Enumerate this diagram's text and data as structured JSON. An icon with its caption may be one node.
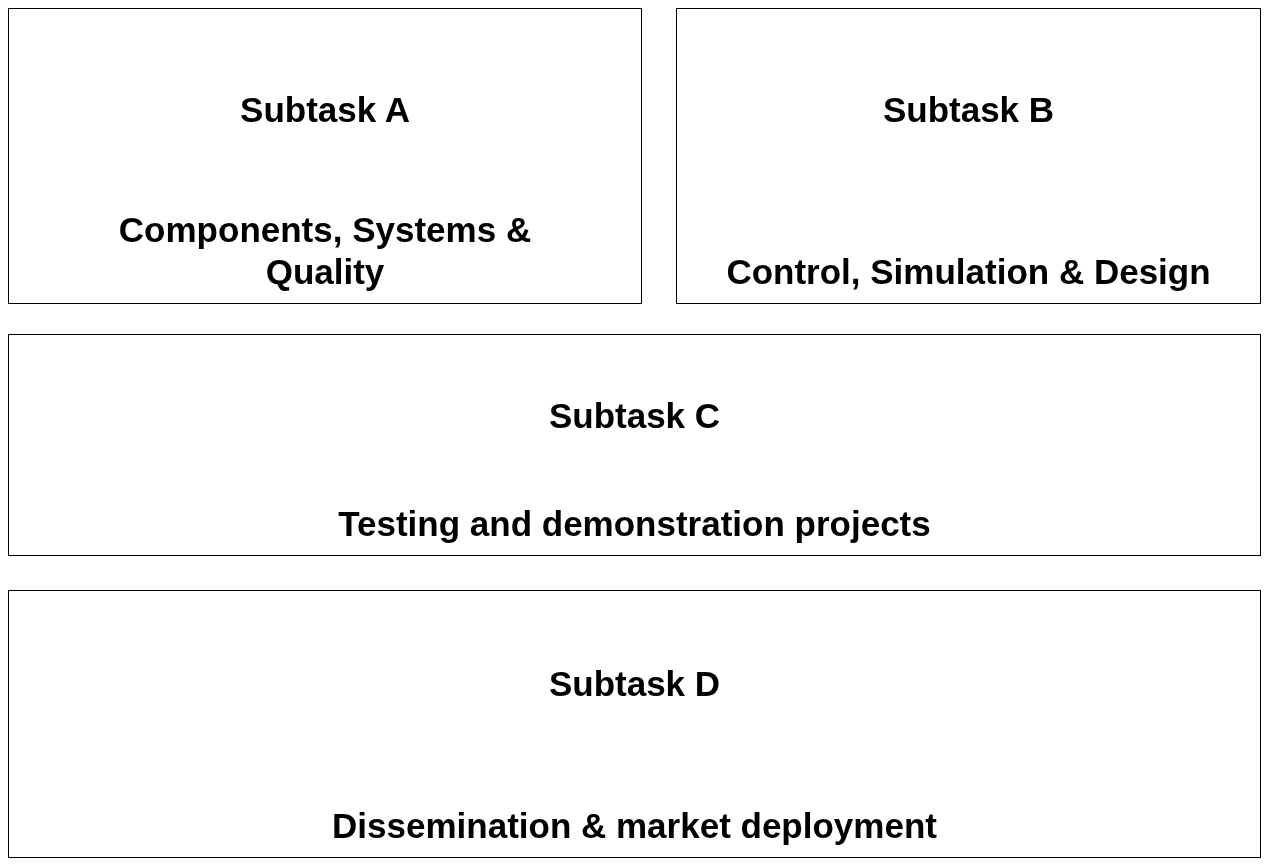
{
  "diagram": {
    "nodes": [
      {
        "text": [
          "Subtask A",
          "Components, Systems & Quality"
        ]
      },
      {
        "text": [
          "Subtask B",
          "Control, Simulation & Design"
        ]
      },
      {
        "text": [
          "Subtask C",
          "Testing and demonstration projects"
        ]
      },
      {
        "text": [
          "Subtask D",
          "Dissemination & market deployment"
        ]
      }
    ],
    "edges": []
  }
}
